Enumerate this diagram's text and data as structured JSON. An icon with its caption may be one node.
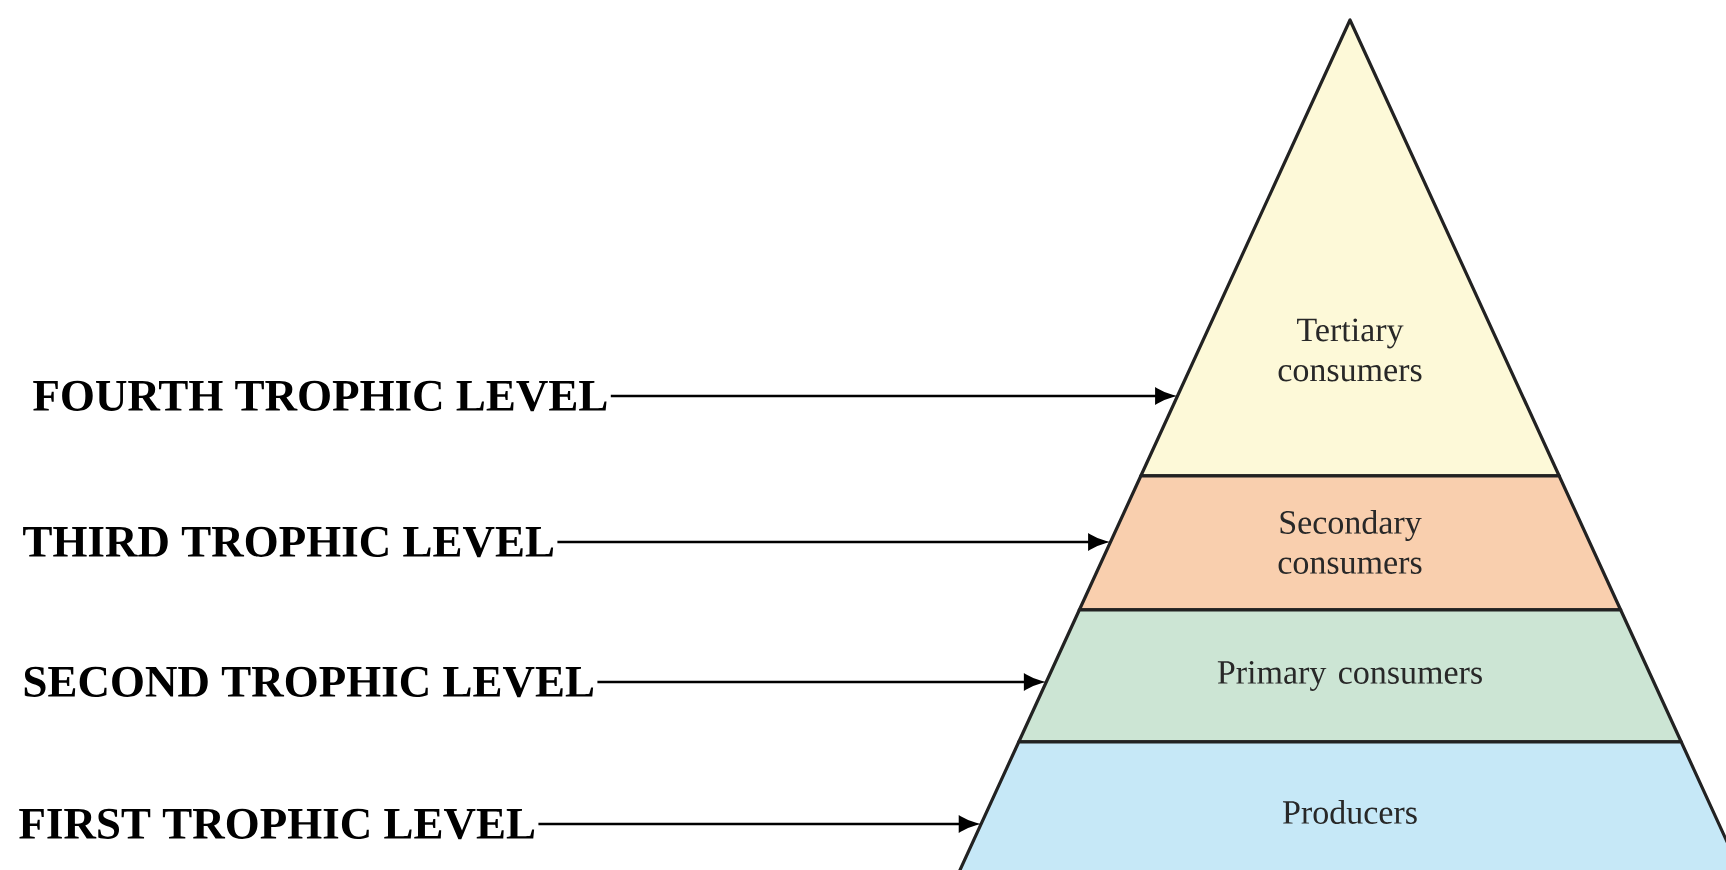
{
  "diagram": {
    "nodes": [
      {
        "text": [
          "FOURTH TROPHIC LEVEL"
        ]
      },
      {
        "text": [
          "THIRD TROPHIC LEVEL"
        ]
      },
      {
        "text": [
          "SECOND TROPHIC LEVEL"
        ]
      },
      {
        "text": [
          "FIRST TROPHIC LEVEL"
        ]
      },
      {
        "text": [
          "Tertiary consumers"
        ]
      },
      {
        "text": [
          "Secondary consumers"
        ]
      },
      {
        "text": [
          "Primary consumers"
        ]
      },
      {
        "text": [
          "Producers"
        ]
      }
    ],
    "edges": [
      {
        "from": 0,
        "to": 4,
        "arrow": "to"
      },
      {
        "from": 1,
        "to": 5,
        "arrow": "to"
      },
      {
        "from": 2,
        "to": 6,
        "arrow": "to"
      },
      {
        "from": 3,
        "to": 7,
        "arrow": "to"
      }
    ]
  }
}
